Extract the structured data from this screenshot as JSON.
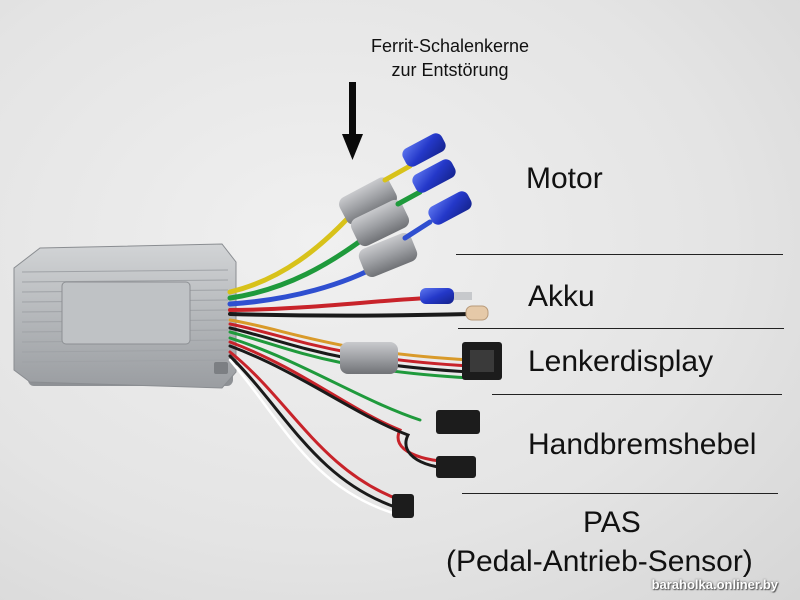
{
  "annotation": {
    "line1": "Ferrit-Schalenkerne",
    "line2": "zur Entstörung"
  },
  "labels": {
    "motor": "Motor",
    "akku": "Akku",
    "lenkerdisplay": "Lenkerdisplay",
    "handbremshebel": "Handbremshebel",
    "pas": "PAS",
    "pas_full": "(Pedal-Antrieb-Sensor)"
  },
  "watermark": "baraholka.onliner.by",
  "colors": {
    "background": "#e4e4e4",
    "housing": "#b9bcc0",
    "wire_yellow": "#d8c21a",
    "wire_green": "#1f9a3c",
    "wire_blue": "#2f4fd0",
    "wire_red": "#c8232a",
    "wire_black": "#1a1a1a",
    "connector_blue": "#2438c9",
    "ferrite": "#9ea0a4"
  }
}
